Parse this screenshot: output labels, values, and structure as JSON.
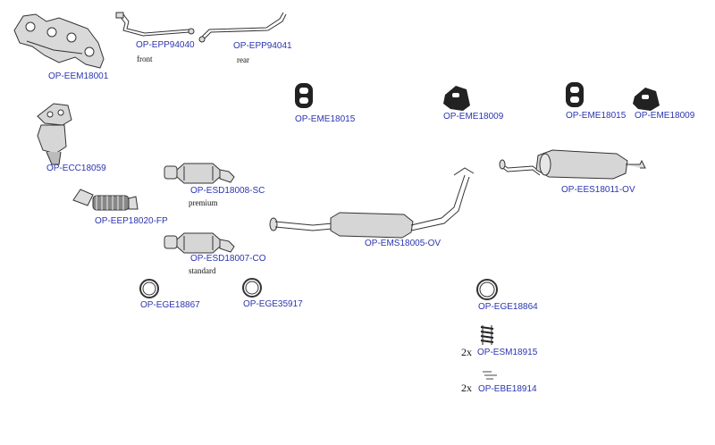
{
  "colors": {
    "link": "#2b35b0",
    "line": "#333333",
    "fill": "#d6d6d6",
    "dark": "#222222"
  },
  "parts": [
    {
      "code": "OP-EEM18001",
      "icon": "exhaust-manifold-icon"
    },
    {
      "code": "OP-EPP94040",
      "icon": "pipe-icon",
      "note": "front"
    },
    {
      "code": "OP-EPP94041",
      "icon": "pipe-icon",
      "note": "rear"
    },
    {
      "code": "OP-EME18015",
      "icon": "rubber-mount-icon"
    },
    {
      "code": "OP-EME18009",
      "icon": "rubber-mount-icon"
    },
    {
      "code": "OP-EME18015",
      "icon": "rubber-mount-icon"
    },
    {
      "code": "OP-EME18009",
      "icon": "rubber-mount-icon"
    },
    {
      "code": "OP-ECC18059",
      "icon": "catalytic-converter-manifold-icon"
    },
    {
      "code": "OP-ESD18008-SC",
      "icon": "catalytic-converter-icon",
      "note": "premium"
    },
    {
      "code": "OP-EES18011-OV",
      "icon": "rear-silencer-icon"
    },
    {
      "code": "OP-EEP18020-FP",
      "icon": "front-pipe-icon"
    },
    {
      "code": "OP-EMS18005-OV",
      "icon": "middle-silencer-icon"
    },
    {
      "code": "OP-ESD18007-CO",
      "icon": "catalytic-converter-icon",
      "note": "standard"
    },
    {
      "code": "OP-EGE18867",
      "icon": "gasket-ring-icon"
    },
    {
      "code": "OP-EGE35917",
      "icon": "gasket-ring-icon"
    },
    {
      "code": "OP-EGE18864",
      "icon": "gasket-ring-icon"
    },
    {
      "code": "OP-ESM18915",
      "icon": "spring-icon",
      "qty": "2x"
    },
    {
      "code": "OP-EBE18914",
      "icon": "bolt-icon",
      "qty": "2x"
    }
  ]
}
